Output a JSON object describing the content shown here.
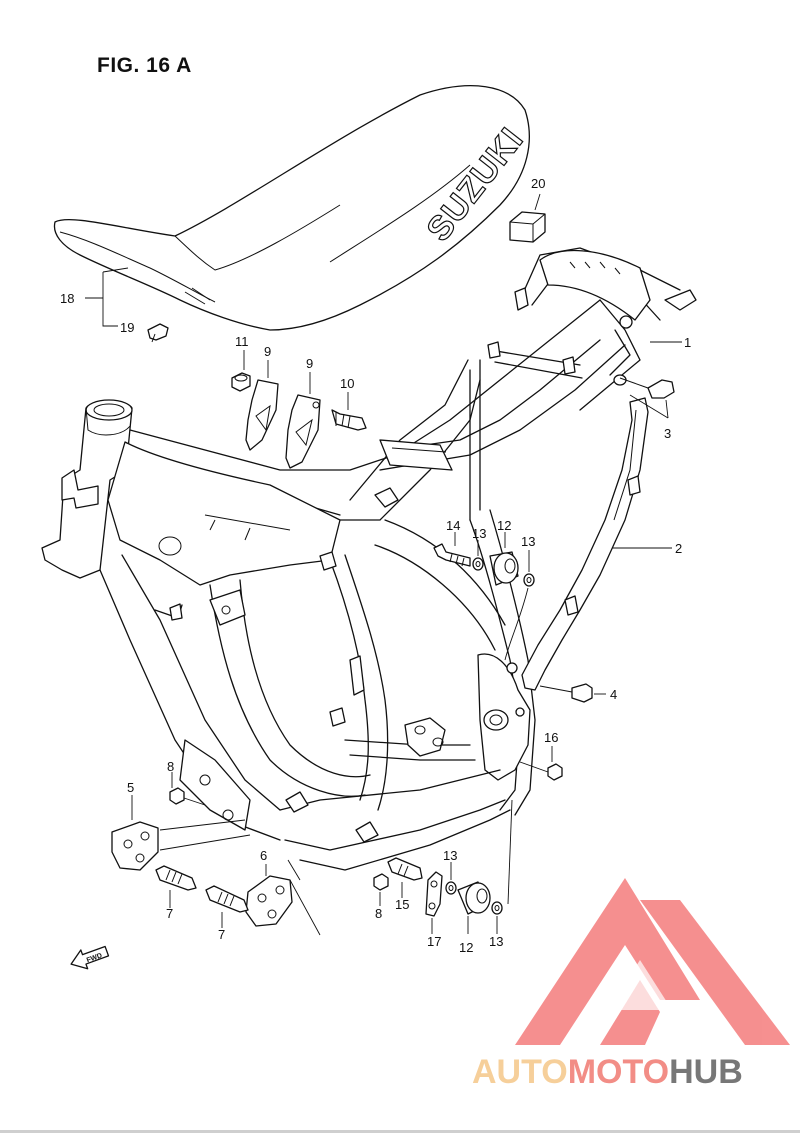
{
  "figure": {
    "title": "FIG. 16 A"
  },
  "seat_brand": "SUZUKI",
  "fwd_label": "FWD",
  "callouts": {
    "c1": "1",
    "c2": "2",
    "c3": "3",
    "c4": "4",
    "c5": "5",
    "c6": "6",
    "c7a": "7",
    "c7b": "7",
    "c8a": "8",
    "c8b": "8",
    "c9a": "9",
    "c9b": "9",
    "c10": "10",
    "c11": "11",
    "c12a": "12",
    "c12b": "12",
    "c13a": "13",
    "c13b": "13",
    "c13c": "13",
    "c13d": "13",
    "c14": "14",
    "c15": "15",
    "c16": "16",
    "c17": "17",
    "c18": "18",
    "c19": "19",
    "c20": "20"
  },
  "watermark": {
    "part1": "AUTO",
    "part2": "MOTO",
    "part3": "HUB",
    "colors": {
      "auto": "#f6cf9a",
      "moto": "#f28d86",
      "hub": "#777777",
      "triangle": "#f47c7c"
    }
  }
}
